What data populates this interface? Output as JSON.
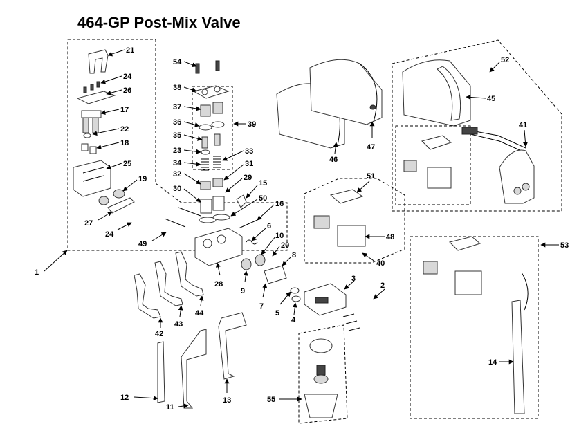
{
  "title": "464-GP Post-Mix Valve",
  "callouts": [
    {
      "id": "1",
      "label": "1"
    },
    {
      "id": "2",
      "label": "2"
    },
    {
      "id": "3",
      "label": "3"
    },
    {
      "id": "4",
      "label": "4"
    },
    {
      "id": "5",
      "label": "5"
    },
    {
      "id": "6",
      "label": "6"
    },
    {
      "id": "7",
      "label": "7"
    },
    {
      "id": "8",
      "label": "8"
    },
    {
      "id": "9",
      "label": "9"
    },
    {
      "id": "10",
      "label": "10"
    },
    {
      "id": "11",
      "label": "11"
    },
    {
      "id": "12",
      "label": "12"
    },
    {
      "id": "13",
      "label": "13"
    },
    {
      "id": "14",
      "label": "14"
    },
    {
      "id": "15",
      "label": "15"
    },
    {
      "id": "16",
      "label": "16"
    },
    {
      "id": "17",
      "label": "17"
    },
    {
      "id": "18",
      "label": "18"
    },
    {
      "id": "19",
      "label": "19"
    },
    {
      "id": "20",
      "label": "20"
    },
    {
      "id": "21",
      "label": "21"
    },
    {
      "id": "22",
      "label": "22"
    },
    {
      "id": "23",
      "label": "23"
    },
    {
      "id": "24a",
      "label": "24"
    },
    {
      "id": "24b",
      "label": "24"
    },
    {
      "id": "25",
      "label": "25"
    },
    {
      "id": "26",
      "label": "26"
    },
    {
      "id": "27",
      "label": "27"
    },
    {
      "id": "28",
      "label": "28"
    },
    {
      "id": "29",
      "label": "29"
    },
    {
      "id": "30",
      "label": "30"
    },
    {
      "id": "31",
      "label": "31"
    },
    {
      "id": "32",
      "label": "32"
    },
    {
      "id": "33",
      "label": "33"
    },
    {
      "id": "34",
      "label": "34"
    },
    {
      "id": "35",
      "label": "35"
    },
    {
      "id": "36",
      "label": "36"
    },
    {
      "id": "37",
      "label": "37"
    },
    {
      "id": "38",
      "label": "38"
    },
    {
      "id": "39",
      "label": "39"
    },
    {
      "id": "40",
      "label": "40"
    },
    {
      "id": "41",
      "label": "41"
    },
    {
      "id": "42",
      "label": "42"
    },
    {
      "id": "43",
      "label": "43"
    },
    {
      "id": "44",
      "label": "44"
    },
    {
      "id": "45",
      "label": "45"
    },
    {
      "id": "46",
      "label": "46"
    },
    {
      "id": "47",
      "label": "47"
    },
    {
      "id": "48",
      "label": "48"
    },
    {
      "id": "49",
      "label": "49"
    },
    {
      "id": "50",
      "label": "50"
    },
    {
      "id": "51",
      "label": "51"
    },
    {
      "id": "52",
      "label": "52"
    },
    {
      "id": "53",
      "label": "53"
    },
    {
      "id": "54",
      "label": "54"
    },
    {
      "id": "55",
      "label": "55"
    }
  ]
}
